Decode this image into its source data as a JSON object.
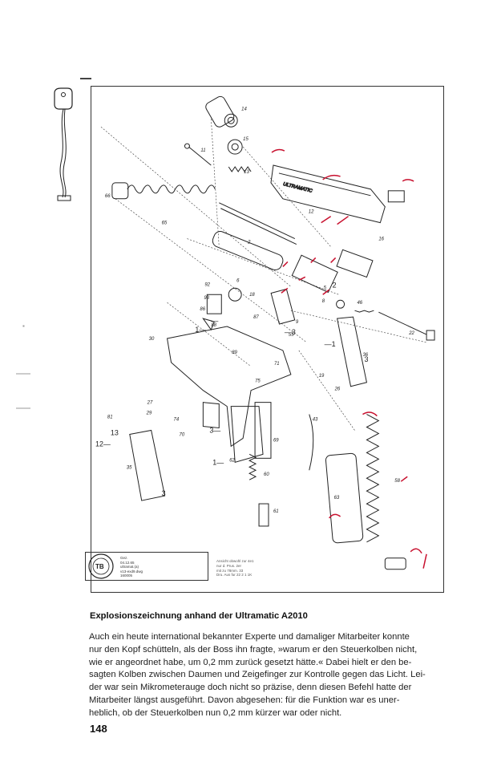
{
  "figure": {
    "part_labels": [
      {
        "id": "lbl-14",
        "text": "14"
      },
      {
        "id": "lbl-15",
        "text": "15"
      },
      {
        "id": "lbl-11",
        "text": "11"
      },
      {
        "id": "lbl-13",
        "text": "13"
      },
      {
        "id": "lbl-66",
        "text": "66"
      },
      {
        "id": "lbl-65",
        "text": "65"
      },
      {
        "id": "lbl-12",
        "text": "12"
      },
      {
        "id": "lbl-16",
        "text": "16"
      },
      {
        "id": "lbl-2",
        "text": "2"
      },
      {
        "id": "lbl-92",
        "text": "92"
      },
      {
        "id": "lbl-6",
        "text": "6"
      },
      {
        "id": "lbl-93",
        "text": "93"
      },
      {
        "id": "lbl-86",
        "text": "86"
      },
      {
        "id": "lbl-87",
        "text": "87"
      },
      {
        "id": "lbl-18",
        "text": "18"
      },
      {
        "id": "lbl-9",
        "text": "9"
      },
      {
        "id": "lbl-88",
        "text": "88"
      },
      {
        "id": "lbl-46",
        "text": "46"
      },
      {
        "id": "lbl-22",
        "text": "22"
      },
      {
        "id": "lbl-30",
        "text": "30"
      },
      {
        "id": "lbl-89",
        "text": "89"
      },
      {
        "id": "lbl-35",
        "text": "35"
      },
      {
        "id": "lbl-36",
        "text": "36"
      },
      {
        "id": "lbl-71",
        "text": "71"
      },
      {
        "id": "lbl-75",
        "text": "75"
      },
      {
        "id": "lbl-19",
        "text": "19"
      },
      {
        "id": "lbl-26",
        "text": "26"
      },
      {
        "id": "lbl-43",
        "text": "43"
      },
      {
        "id": "lbl-60",
        "text": "60"
      },
      {
        "id": "lbl-61",
        "text": "61"
      },
      {
        "id": "lbl-62",
        "text": "62"
      },
      {
        "id": "lbl-69",
        "text": "69"
      },
      {
        "id": "lbl-70",
        "text": "70"
      },
      {
        "id": "lbl-74",
        "text": "74"
      },
      {
        "id": "lbl-81",
        "text": "81"
      },
      {
        "id": "lbl-27",
        "text": "27"
      },
      {
        "id": "lbl-29",
        "text": "29"
      },
      {
        "id": "lbl-55",
        "text": "55"
      },
      {
        "id": "lbl-58",
        "text": "58"
      },
      {
        "id": "lbl-63",
        "text": "63"
      },
      {
        "id": "lbl-5",
        "text": "5"
      },
      {
        "id": "lbl-8",
        "text": "8"
      }
    ],
    "slide_marking": "ULTRAMATIC",
    "plate": {
      "logo_text": "TB",
      "lines": [
        "Gez.",
        "04.12.65",
        "ultramat.(a)",
        "v13-exd9.dwg",
        "160005"
      ]
    },
    "note_lines": [
      "Ansicht obwohl zur 4e1",
      "nur d. Prus. 2er",
      "mit zu 78mm. 33",
      "Dru. Aus fur 22 2 1 1K"
    ]
  },
  "caption": "Explosionszeichnung anhand der Ultramatic A2010",
  "body_lines": [
    "Auch ein heute international bekannter Experte und damaliger Mitarbeiter konnte",
    "nur den Kopf schütteln, als der Boss ihn fragte, »warum er den Steuerkolben nicht,",
    "wie er angeordnet habe, um 0,2 mm zurück gesetzt hätte.« Dabei hielt er den be-",
    "sagten Kolben zwischen Daumen und Zeigefinger zur Kontrolle gegen das Licht. Lei-",
    "der war sein Mikrometerauge doch nicht so präzise, denn diesen Befehl hatte der",
    "Mitarbeiter längst ausgeführt. Davon abgesehen: für die Funktion war es uner-",
    "heblich, ob der Steuerkolben nun 0,2 mm kürzer war oder nicht."
  ],
  "page_number": "148",
  "colors": {
    "ink": "#1a1a1a",
    "annotation_red": "#c8102e",
    "paper": "#ffffff"
  }
}
